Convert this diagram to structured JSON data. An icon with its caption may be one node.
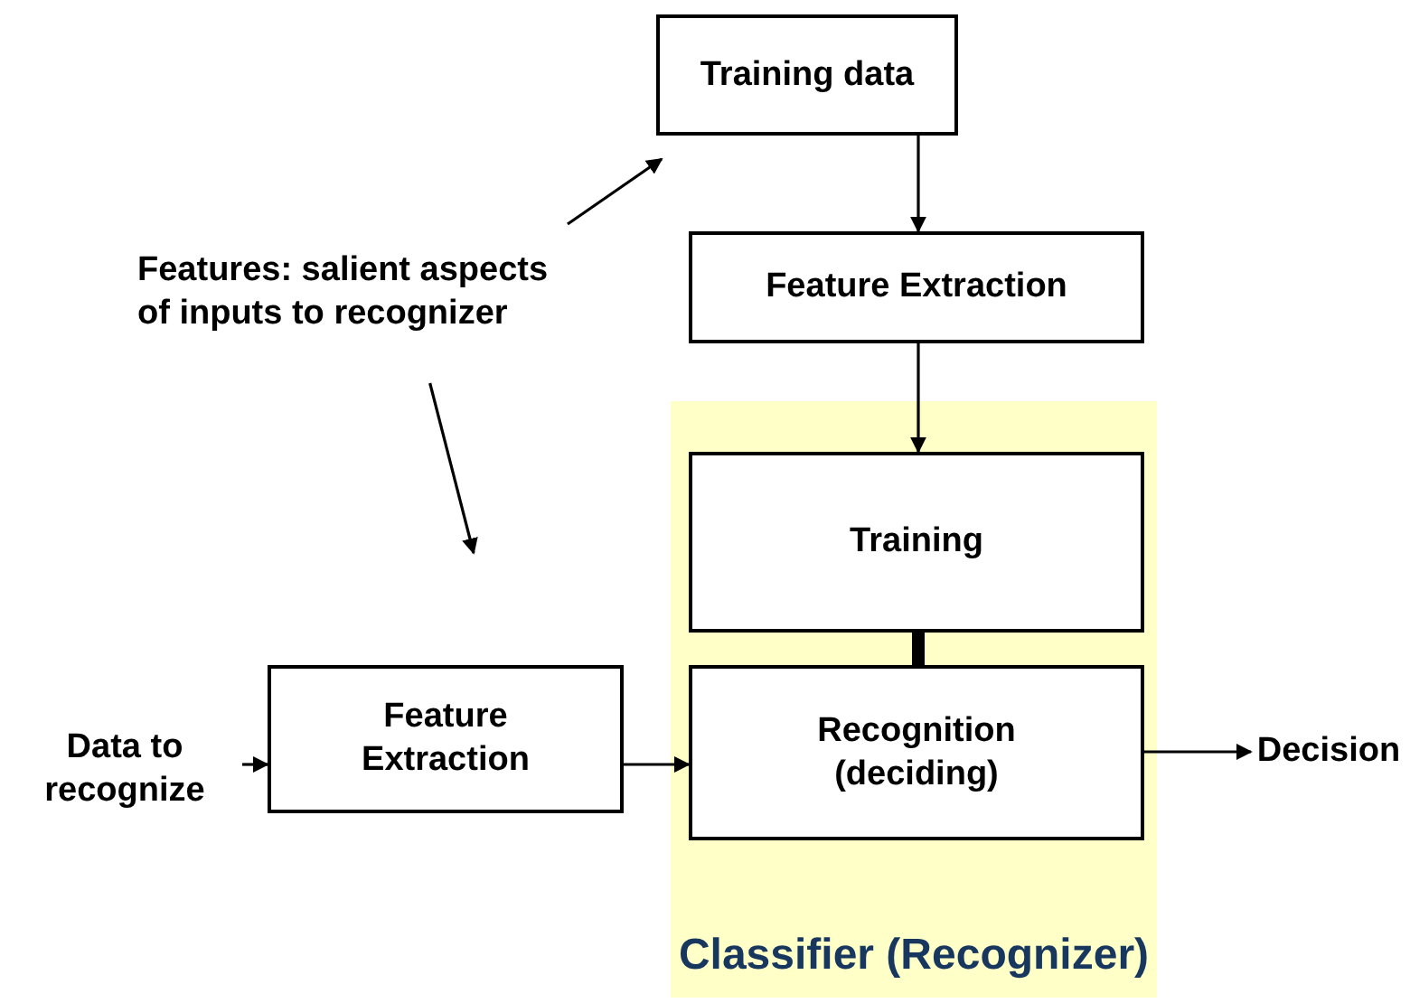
{
  "diagram": {
    "nodes": [
      {
        "text": [
          "Training data"
        ]
      },
      {
        "text": [
          "Features: salient aspects of inputs to recognizer"
        ]
      },
      {
        "text": [
          "Feature Extraction"
        ]
      },
      {
        "text": [
          "Classifier (Recognizer)"
        ]
      },
      {
        "text": [
          "Training"
        ],
        "in": 3
      },
      {
        "text": [
          "Recognition (deciding)"
        ],
        "in": 3
      },
      {
        "text": [
          "Data to recognize"
        ]
      },
      {
        "text": [
          "Feature Extraction"
        ]
      },
      {
        "text": [
          "Decision"
        ]
      }
    ],
    "edges": [
      {
        "from": 0,
        "to": 2,
        "arrow": "to"
      },
      {
        "from": 2,
        "to": 4,
        "arrow": "to"
      },
      {
        "from": 4,
        "to": 5,
        "arrow": "none",
        "style": "thick"
      },
      {
        "from": 1,
        "to": 0,
        "arrow": "to"
      },
      {
        "from": 1,
        "to": 7,
        "arrow": "to"
      },
      {
        "from": 6,
        "to": 7,
        "arrow": "to"
      },
      {
        "from": 7,
        "to": 5,
        "arrow": "to"
      },
      {
        "from": 5,
        "to": 8,
        "arrow": "to"
      }
    ]
  }
}
